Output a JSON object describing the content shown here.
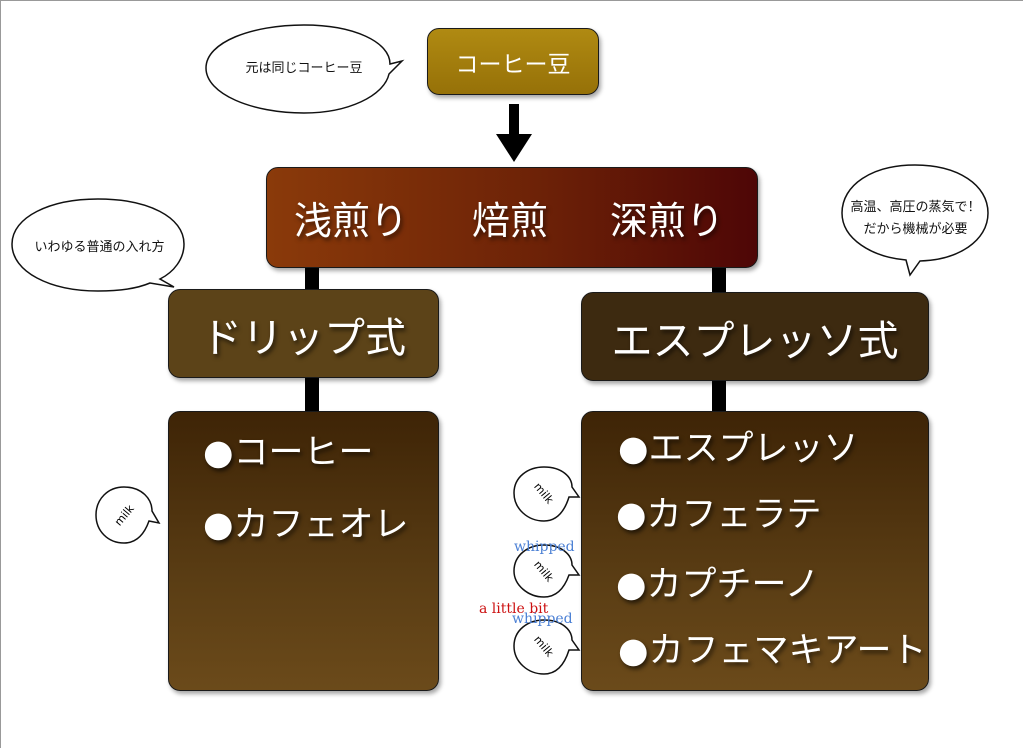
{
  "bubbles": {
    "same_bean": "元は同じコーヒー豆",
    "regular": "いわゆる普通の入れ方",
    "machine_line1": "高温、高圧の蒸気で！",
    "machine_line2": "だから機械が必要",
    "milk": "milk"
  },
  "bean_label": "コーヒー豆",
  "roasts": [
    "浅煎り",
    "焙煎",
    "深煎り"
  ],
  "drip": {
    "title": "ドリップ式",
    "items": [
      "●コーヒー",
      "●カフェオレ"
    ]
  },
  "espresso": {
    "title": "エスプレッソ式",
    "items": [
      "●エスプレッソ",
      "●カフェラテ",
      "●カプチーノ",
      "●カフェマキアート"
    ]
  },
  "notes": {
    "whipped": "whipped",
    "a_little_bit": "a little bit"
  },
  "colors": {
    "whipped": "#4a7fd4",
    "a_little_bit": "#cc1111",
    "bean_box": "#a88310",
    "roast_start": "#8a3a0a",
    "roast_end": "#4e0606"
  }
}
